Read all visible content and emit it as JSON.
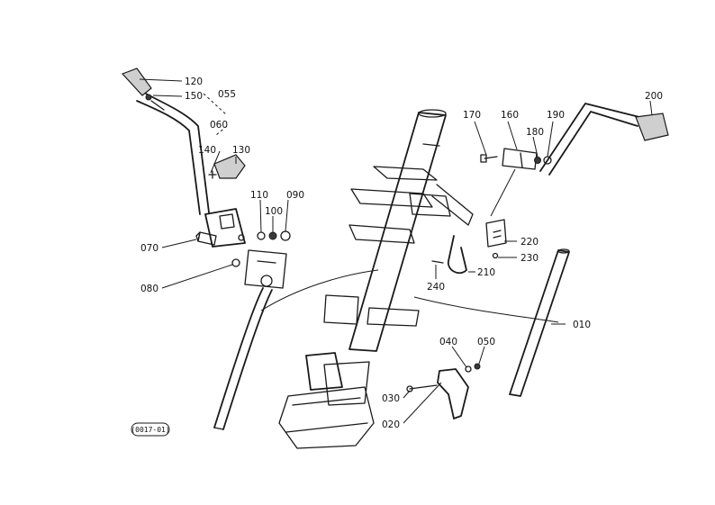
{
  "diagram": {
    "drawing_code": "(0017-01)",
    "callouts": {
      "p010": "010",
      "p020": "020",
      "p030": "030",
      "p040": "040",
      "p050": "050",
      "p055": "055",
      "p060": "060",
      "p070": "070",
      "p080": "080",
      "p090": "090",
      "p100": "100",
      "p110": "110",
      "p120": "120",
      "p130": "130",
      "p140": "140",
      "p150": "150",
      "p160": "160",
      "p170": "170",
      "p180": "180",
      "p190": "190",
      "p200": "200",
      "p210": "210",
      "p220": "220",
      "p230": "230",
      "p240": "240"
    }
  }
}
